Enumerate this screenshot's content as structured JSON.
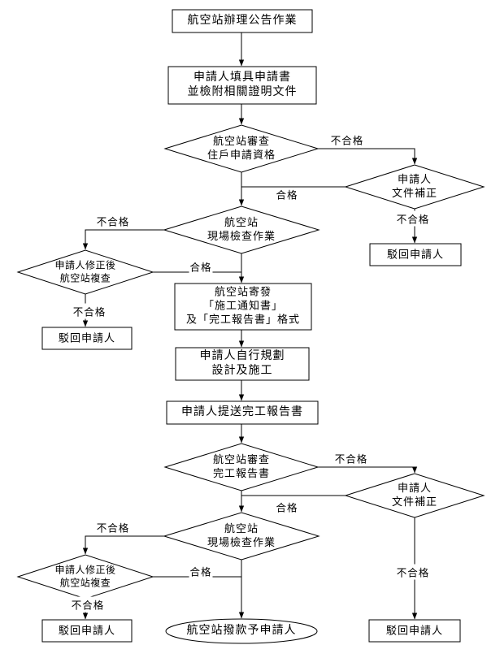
{
  "labels": {
    "pass": "合格",
    "fail": "不合格"
  },
  "nodes": {
    "publish": {
      "l1": "航空站辦理公告作業"
    },
    "apply": {
      "l1": "申請人填具申請書",
      "l2": "並檢附相關證明文件"
    },
    "review1": {
      "l1": "航空站審查",
      "l2": "住戶申請資格"
    },
    "docfix1": {
      "l1": "申請人",
      "l2": "文件補正"
    },
    "reject1": {
      "l1": "駁回申請人"
    },
    "site1": {
      "l1": "航空站",
      "l2": "現場檢查作業"
    },
    "recheck1": {
      "l1": "申請人修正後",
      "l2": "航空站複查"
    },
    "reject2": {
      "l1": "駁回申請人"
    },
    "send": {
      "l1": "航空站寄發",
      "l2": "「施工通知書」",
      "l3": "及「完工報告書」格式"
    },
    "plan": {
      "l1": "申請人自行規劃",
      "l2": "設計及施工"
    },
    "submit": {
      "l1": "申請人提送完工報告書"
    },
    "review2": {
      "l1": "航空站審查",
      "l2": "完工報告書"
    },
    "docfix2": {
      "l1": "申請人",
      "l2": "文件補正"
    },
    "reject3": {
      "l1": "駁回申請人"
    },
    "site2": {
      "l1": "航空站",
      "l2": "現場檢查作業"
    },
    "recheck2": {
      "l1": "申請人修正後",
      "l2": "航空站複查"
    },
    "reject4": {
      "l1": "駁回申請人"
    },
    "payout": {
      "l1": "航空站撥款予申請人"
    }
  }
}
